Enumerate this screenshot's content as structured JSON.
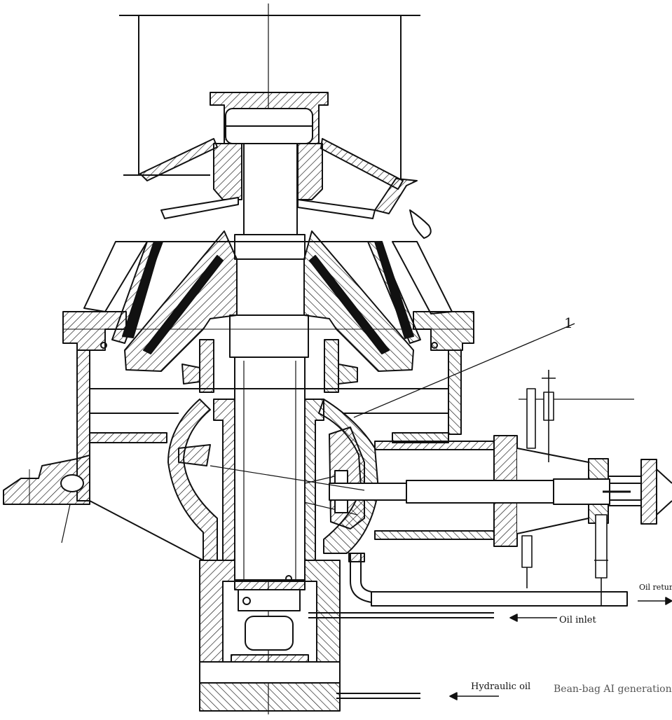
{
  "diagram": {
    "part_number": "1",
    "labels": {
      "oil_return": "Oil return",
      "oil_inlet": "Oil inlet",
      "hydraulic_oil": "Hydraulic oil"
    },
    "watermark": "Bean-bag AI generation",
    "colors": {
      "line": "#111111",
      "background": "#ffffff",
      "watermark": "#555555"
    }
  }
}
